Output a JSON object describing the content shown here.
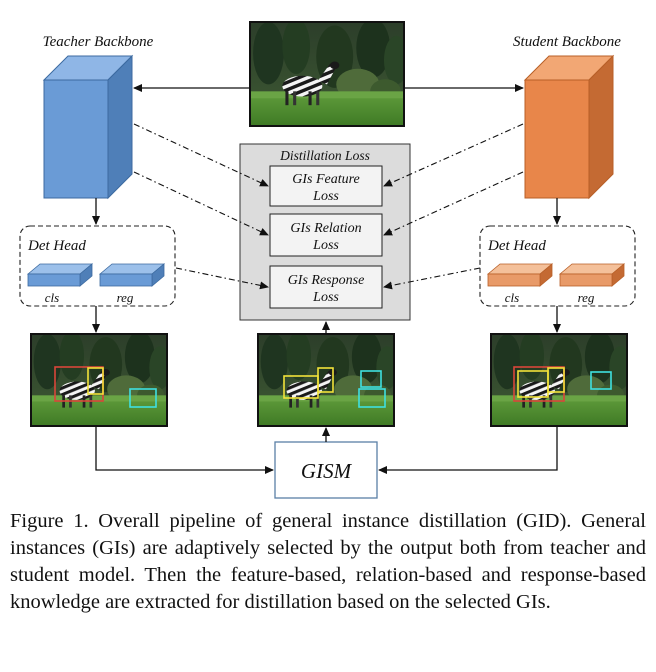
{
  "figure": {
    "teacher_label": "Teacher Backbone",
    "student_label": "Student Backbone",
    "distill_title": "Distillation Loss",
    "losses": [
      {
        "line1": "GIs Feature",
        "line2": "Loss"
      },
      {
        "line1": "GIs Relation",
        "line2": "Loss"
      },
      {
        "line1": "GIs Response",
        "line2": "Loss"
      }
    ],
    "det_head_teacher": {
      "title": "Det Head",
      "cls": "cls",
      "reg": "reg"
    },
    "det_head_student": {
      "title": "Det Head",
      "cls": "cls",
      "reg": "reg"
    },
    "gism_label": "GISM",
    "colors": {
      "teacher": "#6a9bd6",
      "student": "#e8864a",
      "loss_panel": "#dcdcdc",
      "box_red": "#d9463a",
      "box_yellow": "#f2e23a",
      "box_cyan": "#3fe0e0",
      "gism_border": "#5b7fa6"
    }
  },
  "caption": {
    "text": "Figure 1. Overall pipeline of general instance distillation (GID). General instances (GIs) are adaptively selected by the output both from teacher and student model. Then the feature-based, relation-based and response-based knowledge are extracted for distillation based on the selected GIs."
  }
}
